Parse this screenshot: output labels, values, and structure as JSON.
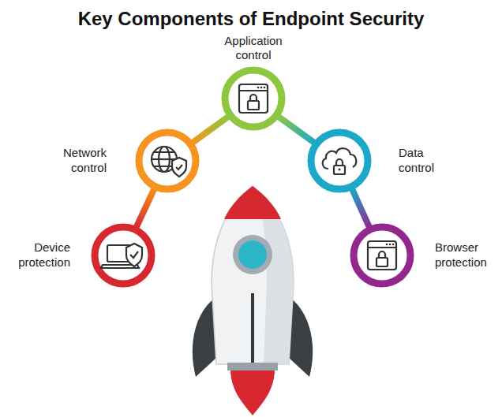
{
  "diagram": {
    "title": "Key Components of Endpoint Security",
    "nodes": [
      {
        "text": [
          "Device protection"
        ]
      },
      {
        "text": [
          "Network control"
        ]
      },
      {
        "text": [
          "Application control"
        ]
      },
      {
        "text": [
          "Data control"
        ]
      },
      {
        "text": [
          "Browser protection"
        ]
      }
    ],
    "edges": [
      {
        "from": 0,
        "to": 1,
        "arrow": "none"
      },
      {
        "from": 1,
        "to": 2,
        "arrow": "none"
      },
      {
        "from": 2,
        "to": 3,
        "arrow": "none"
      },
      {
        "from": 3,
        "to": 4,
        "arrow": "none"
      }
    ]
  }
}
